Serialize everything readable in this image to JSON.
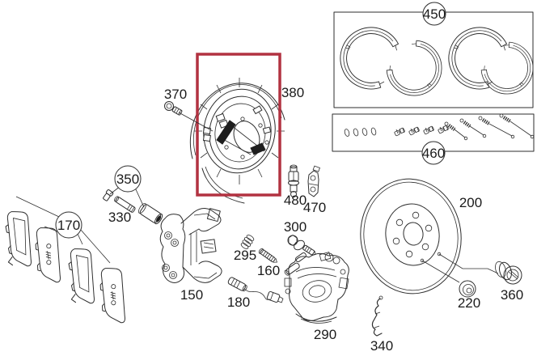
{
  "diagram": {
    "description": "Exploded rear brake parts diagram",
    "line_color": "#2e2e2e",
    "background": "#ffffff",
    "highlight": {
      "part": "380",
      "color": "#b23241"
    },
    "labels": {
      "p150": "150",
      "p160": "160",
      "p170": "170",
      "p180": "180",
      "p200": "200",
      "p220": "220",
      "p290": "290",
      "p295": "295",
      "p300": "300",
      "p330": "330",
      "p340": "340",
      "p350": "350",
      "p360": "360",
      "p370": "370",
      "p380": "380",
      "p450": "450",
      "p460": "460",
      "p470": "470",
      "p480": "480"
    }
  }
}
